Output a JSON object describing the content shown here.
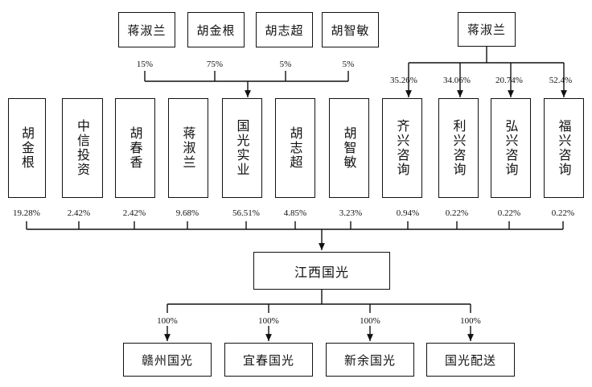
{
  "top_shareholders": [
    {
      "name": "蒋淑兰",
      "pct": "15%"
    },
    {
      "name": "胡金根",
      "pct": "75%"
    },
    {
      "name": "胡志超",
      "pct": "5%"
    },
    {
      "name": "胡智敏",
      "pct": "5%"
    }
  ],
  "top_right": {
    "name": "蒋淑兰",
    "pcts": [
      "35.26%",
      "34.06%",
      "20.74%",
      "52.4%"
    ]
  },
  "middle_row": [
    {
      "name": "胡金根",
      "pct": "19.28%"
    },
    {
      "name": "中信投资",
      "pct": "2.42%"
    },
    {
      "name": "胡春香",
      "pct": "2.42%"
    },
    {
      "name": "蒋淑兰",
      "pct": "9.68%"
    },
    {
      "name": "国光实业",
      "pct": "56.51%"
    },
    {
      "name": "胡志超",
      "pct": "4.85%"
    },
    {
      "name": "胡智敏",
      "pct": "3.23%"
    },
    {
      "name": "齐兴咨询",
      "pct": "0.94%"
    },
    {
      "name": "利兴咨询",
      "pct": "0.22%"
    },
    {
      "name": "弘兴咨询",
      "pct": "0.22%"
    },
    {
      "name": "福兴咨询",
      "pct": "0.22%"
    }
  ],
  "center": {
    "name": "江西国光"
  },
  "subsidiaries": [
    {
      "name": "赣州国光",
      "pct": "100%"
    },
    {
      "name": "宜春国光",
      "pct": "100%"
    },
    {
      "name": "新余国光",
      "pct": "100%"
    },
    {
      "name": "国光配送",
      "pct": "100%"
    }
  ]
}
